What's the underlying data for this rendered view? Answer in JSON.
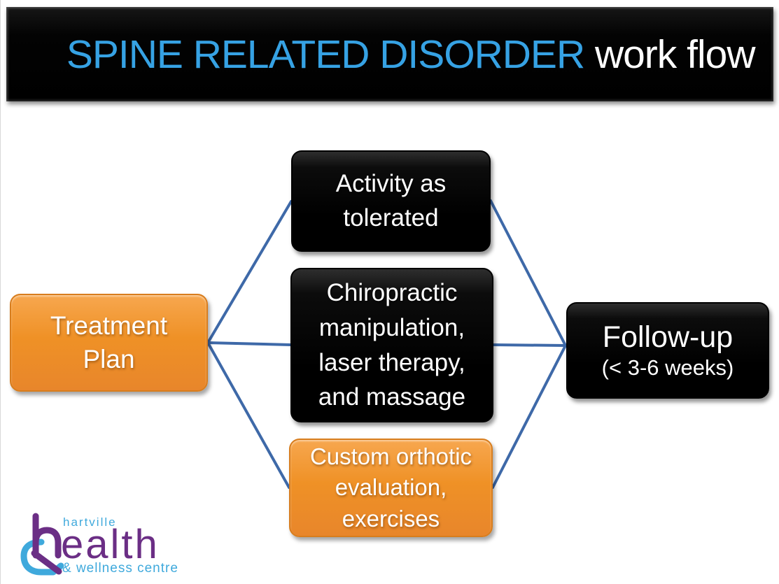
{
  "header": {
    "title_accent": "SPINE RELATED DISORDER",
    "title_rest": " work flow",
    "accent_color": "#36A2E4"
  },
  "flowchart": {
    "nodes": [
      {
        "id": "treatment-plan",
        "style": "orange",
        "lines": [
          "Treatment",
          "Plan"
        ]
      },
      {
        "id": "activity",
        "style": "black",
        "lines": [
          "Activity as",
          "tolerated"
        ]
      },
      {
        "id": "chiropractic",
        "style": "black",
        "lines": [
          "Chiropractic",
          "manipulation,",
          "laser therapy,",
          "and massage"
        ]
      },
      {
        "id": "custom-orthotic",
        "style": "orange",
        "lines": [
          "Custom orthotic",
          "evaluation,",
          "exercises"
        ]
      },
      {
        "id": "follow-up",
        "style": "black",
        "lines": [
          "Follow-up",
          "(< 3-6 weeks)"
        ]
      }
    ],
    "edges": [
      [
        "treatment-plan",
        "activity"
      ],
      [
        "treatment-plan",
        "chiropractic"
      ],
      [
        "treatment-plan",
        "custom-orthotic"
      ],
      [
        "activity",
        "follow-up"
      ],
      [
        "chiropractic",
        "follow-up"
      ],
      [
        "custom-orthotic",
        "follow-up"
      ]
    ],
    "connector_color": "#3E69A8",
    "orange_fill": "#EE9026",
    "black_fill": "#000000"
  },
  "logo": {
    "top_word": "hartville",
    "main_word_tail": "ealth",
    "bottom_words": "& wellness centre",
    "blue": "#3FA9DC",
    "purple": "#6B2E85"
  }
}
